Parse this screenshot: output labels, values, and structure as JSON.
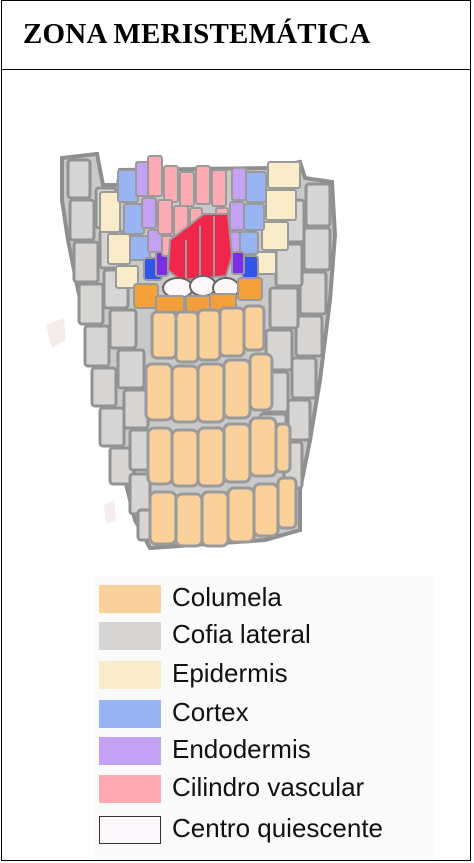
{
  "title": "ZONA MERISTEMÁTICA",
  "colors": {
    "columela": "#fbd19b",
    "columela_dark": "#f4a03a",
    "cofia_lateral": "#d7d4d4",
    "cofia_fill": "#c9c9c9",
    "epidermis": "#f8ecc9",
    "cortex": "#98b4f2",
    "cortex_dark": "#2f56e8",
    "endodermis": "#c4a3f4",
    "endodermis_dark": "#7b2ee6",
    "cilindro_vascular": "#ffabb3",
    "cilindro_dark": "#f0264d",
    "centro_quiescente": "#fcf7fb",
    "cell_wall": "#9a9a9a",
    "outline": "#333333"
  },
  "legend": [
    {
      "label": "Columela",
      "color": "#fbd19b",
      "outlined": false
    },
    {
      "label": "Cofia lateral",
      "color": "#d7d4d4",
      "outlined": false
    },
    {
      "label": "Epidermis",
      "color": "#f8ecc9",
      "outlined": false
    },
    {
      "label": "Cortex",
      "color": "#98b4f2",
      "outlined": false
    },
    {
      "label": "Endodermis",
      "color": "#c4a3f4",
      "outlined": false
    },
    {
      "label": "Cilindro vascular",
      "color": "#ffabb3",
      "outlined": false
    },
    {
      "label": "Centro quiescente",
      "color": "#fcf7fb",
      "outlined": true
    }
  ]
}
